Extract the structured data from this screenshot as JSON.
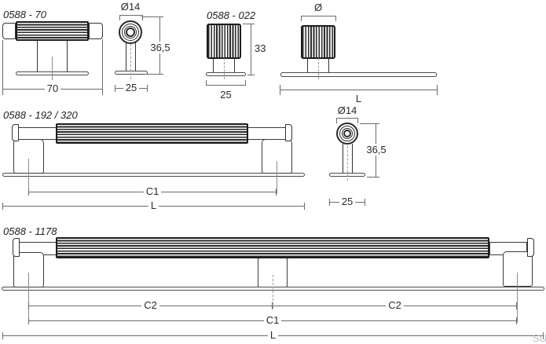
{
  "watermark": "SU",
  "products": {
    "p0588_70": {
      "code": "0588 - 70",
      "front": {
        "width": "70"
      },
      "side": {
        "diameter": "Ø14",
        "height": "36,5",
        "base_width": "25"
      }
    },
    "p0588_022": {
      "code": "0588 - 022",
      "front": {
        "height": "33",
        "base_width": "25"
      },
      "plate_view": {
        "diameter": "Ø",
        "plate_length": "L"
      }
    },
    "p0588_192_320": {
      "code": "0588 - 192 / 320",
      "front": {
        "centers": "C1",
        "length": "L"
      },
      "side": {
        "diameter": "Ø14",
        "height": "36,5",
        "base_width": "25"
      }
    },
    "p0588_1178": {
      "front": {
        "code": "0588 - 1178",
        "centers_left": "C2",
        "centers_right": "C2",
        "centers_total": "C1",
        "length": "L"
      }
    }
  }
}
